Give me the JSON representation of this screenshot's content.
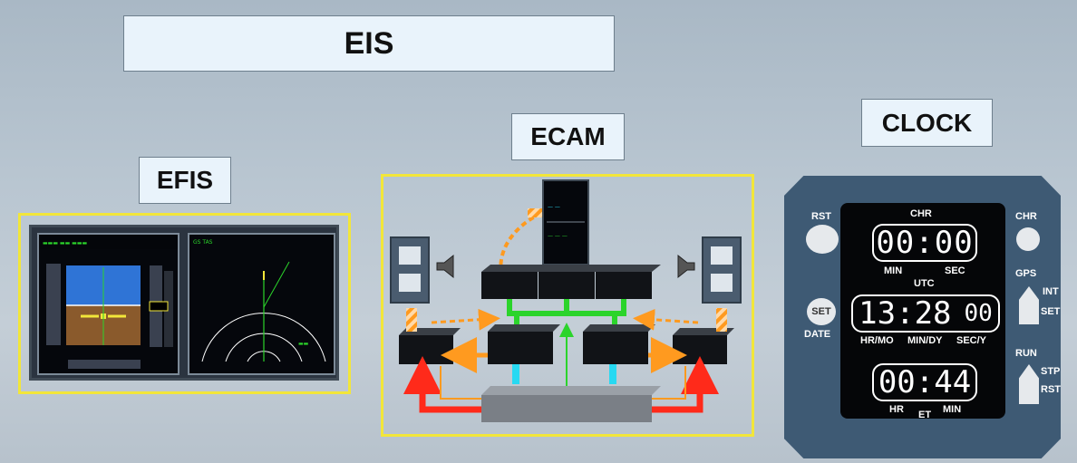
{
  "title": "EIS",
  "efis": {
    "label": "EFIS"
  },
  "ecam": {
    "label": "ECAM"
  },
  "clock": {
    "label": "CLOCK",
    "rst_left": "RST",
    "chr_top": "CHR",
    "chr_right": "CHR",
    "chr_display": "00:00",
    "min": "MIN",
    "sec": "SEC",
    "utc": "UTC",
    "gps": "GPS",
    "int": "INT",
    "set_right": "SET",
    "set_button": "SET",
    "date": "DATE",
    "utc_display": "13:28",
    "utc_seconds": "00",
    "hr_mo": "HR/MO",
    "min_dy": "MIN/DY",
    "sec_y": "SEC/Y",
    "run": "RUN",
    "stp": "STP",
    "rst_right": "RST",
    "et_display": "00:44",
    "hr": "HR",
    "et": "ET",
    "min2": "MIN"
  },
  "colors": {
    "frame": "#f2e63a",
    "green": "#2bd42b",
    "cyan": "#27d9f2",
    "orange": "#ff9a1f",
    "red": "#ff2a1a"
  }
}
